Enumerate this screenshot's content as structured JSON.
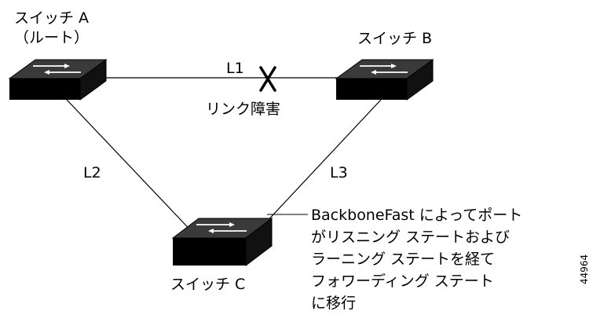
{
  "switches": {
    "a": {
      "name": "スイッチ A",
      "role": "（ルート）"
    },
    "b": {
      "name": "スイッチ B"
    },
    "c": {
      "name": "スイッチ C"
    }
  },
  "links": {
    "l1": "L1",
    "l2": "L2",
    "l3": "L3"
  },
  "failure_label": "リンク障害",
  "annotation": [
    "BackboneFast によってポート",
    "がリスニング ステートおよび",
    "ラーニング ステートを経て",
    "フォワーディング ステート",
    "に移行"
  ],
  "figure_id": "44964"
}
